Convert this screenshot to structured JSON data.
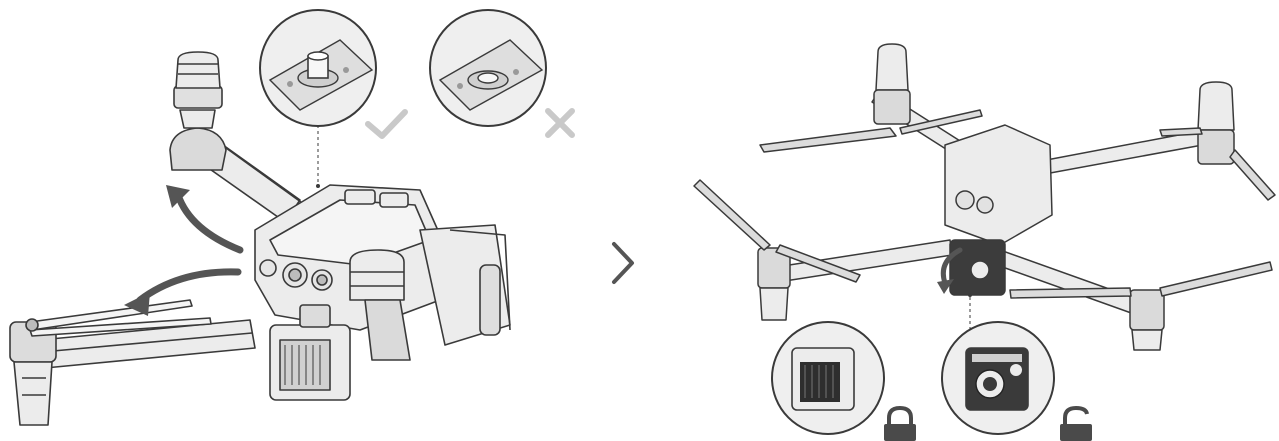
{
  "steps": [
    {
      "id": "unfold-arms",
      "callouts": [
        {
          "state": "correct",
          "icon": "check-icon"
        },
        {
          "state": "incorrect",
          "icon": "cross-icon"
        }
      ]
    },
    {
      "id": "rotate-gimbal",
      "callouts": [
        {
          "state": "locked",
          "icon": "lock-closed-icon"
        },
        {
          "state": "unlocked",
          "icon": "lock-open-icon"
        }
      ]
    }
  ],
  "separator": {
    "icon": "chevron-right-icon"
  },
  "colors": {
    "line": "#3a3a3a",
    "fill_light": "#ececec",
    "fill_mid": "#d2d2d2",
    "arrow": "#555555",
    "mark": "#c9c9c9",
    "lock": "#4a4a4a"
  }
}
